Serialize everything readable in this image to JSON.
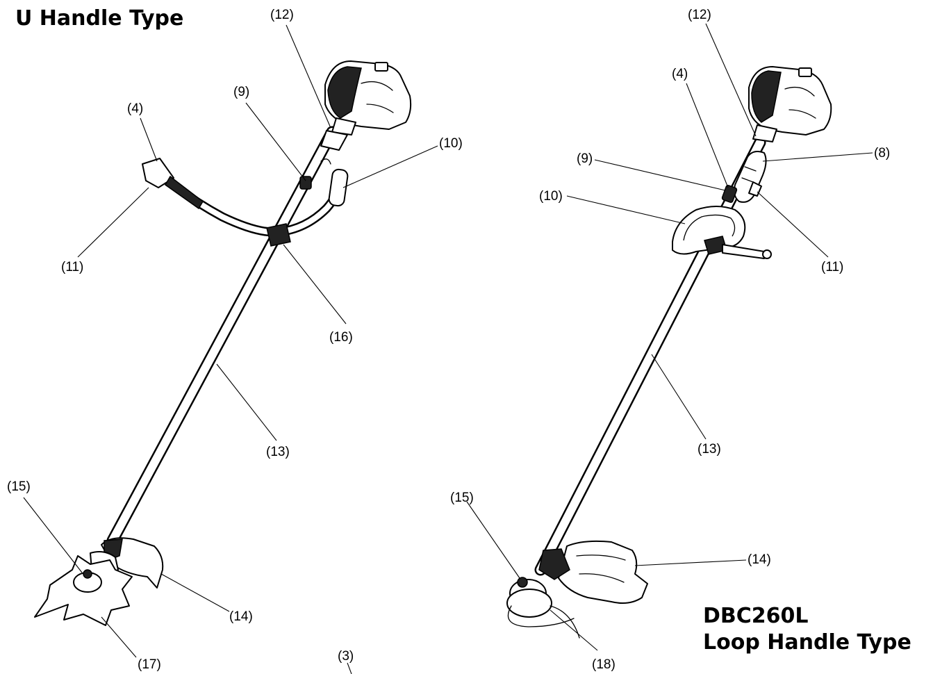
{
  "titles": {
    "left": "U Handle Type",
    "right_model": "DBC260L",
    "right_type": "Loop Handle Type"
  },
  "left_callouts": {
    "c12": "(12)",
    "c4": "(4)",
    "c9": "(9)",
    "c10": "(10)",
    "c11": "(11)",
    "c16": "(16)",
    "c13": "(13)",
    "c15": "(15)",
    "c14": "(14)",
    "c17": "(17)",
    "c3": "(3)"
  },
  "right_callouts": {
    "c12": "(12)",
    "c4": "(4)",
    "c8": "(8)",
    "c9": "(9)",
    "c10": "(10)",
    "c11": "(11)",
    "c13": "(13)",
    "c15": "(15)",
    "c14": "(14)",
    "c18": "(18)"
  }
}
